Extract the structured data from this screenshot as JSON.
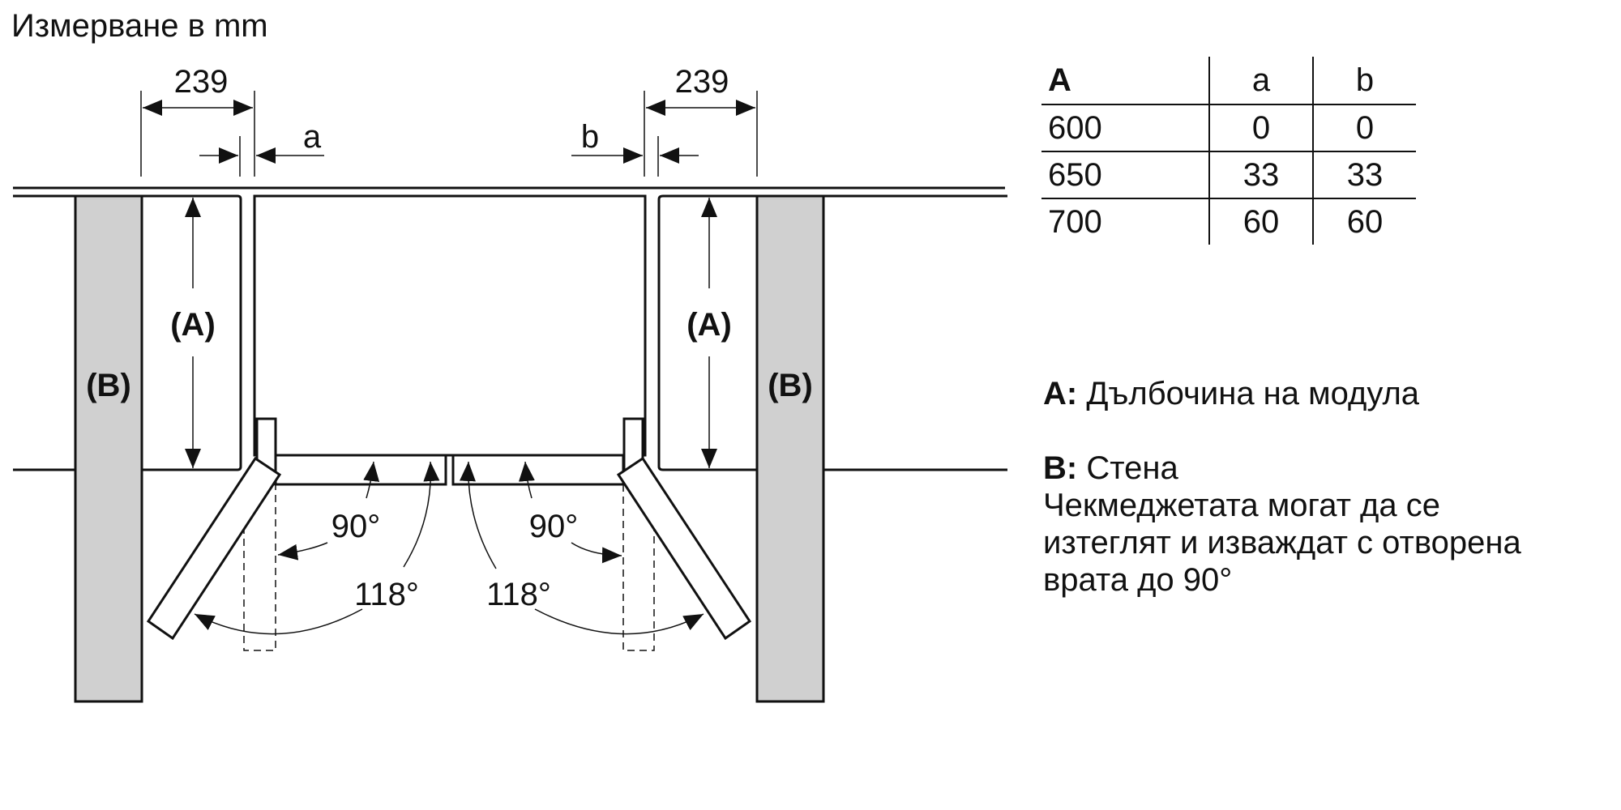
{
  "title": "Измерване в mm",
  "dimensions": {
    "left_clearance": "239",
    "right_clearance": "239",
    "left_gap_label": "a",
    "right_gap_label": "b"
  },
  "labels": {
    "depth_left": "(A)",
    "depth_right": "(A)",
    "wall_left": "(B)",
    "wall_right": "(B)"
  },
  "angles": {
    "left_90": "90°",
    "left_118": "118°",
    "right_90": "90°",
    "right_118": "118°"
  },
  "table": {
    "headers": [
      "A",
      "a",
      "b"
    ],
    "rows": [
      [
        "600",
        "0",
        "0"
      ],
      [
        "650",
        "33",
        "33"
      ],
      [
        "700",
        "60",
        "60"
      ]
    ]
  },
  "legend": {
    "a_key": "A:",
    "a_text": "Дълбочина на модула",
    "b_key": "B:",
    "b_text": "Стена",
    "note_lines": [
      "Чекмеджетата могат да се",
      "изтеглят и изваждат с отворена",
      "врата до 90°"
    ]
  },
  "colors": {
    "wall_fill": "#d0d0d0",
    "line": "#111111"
  }
}
